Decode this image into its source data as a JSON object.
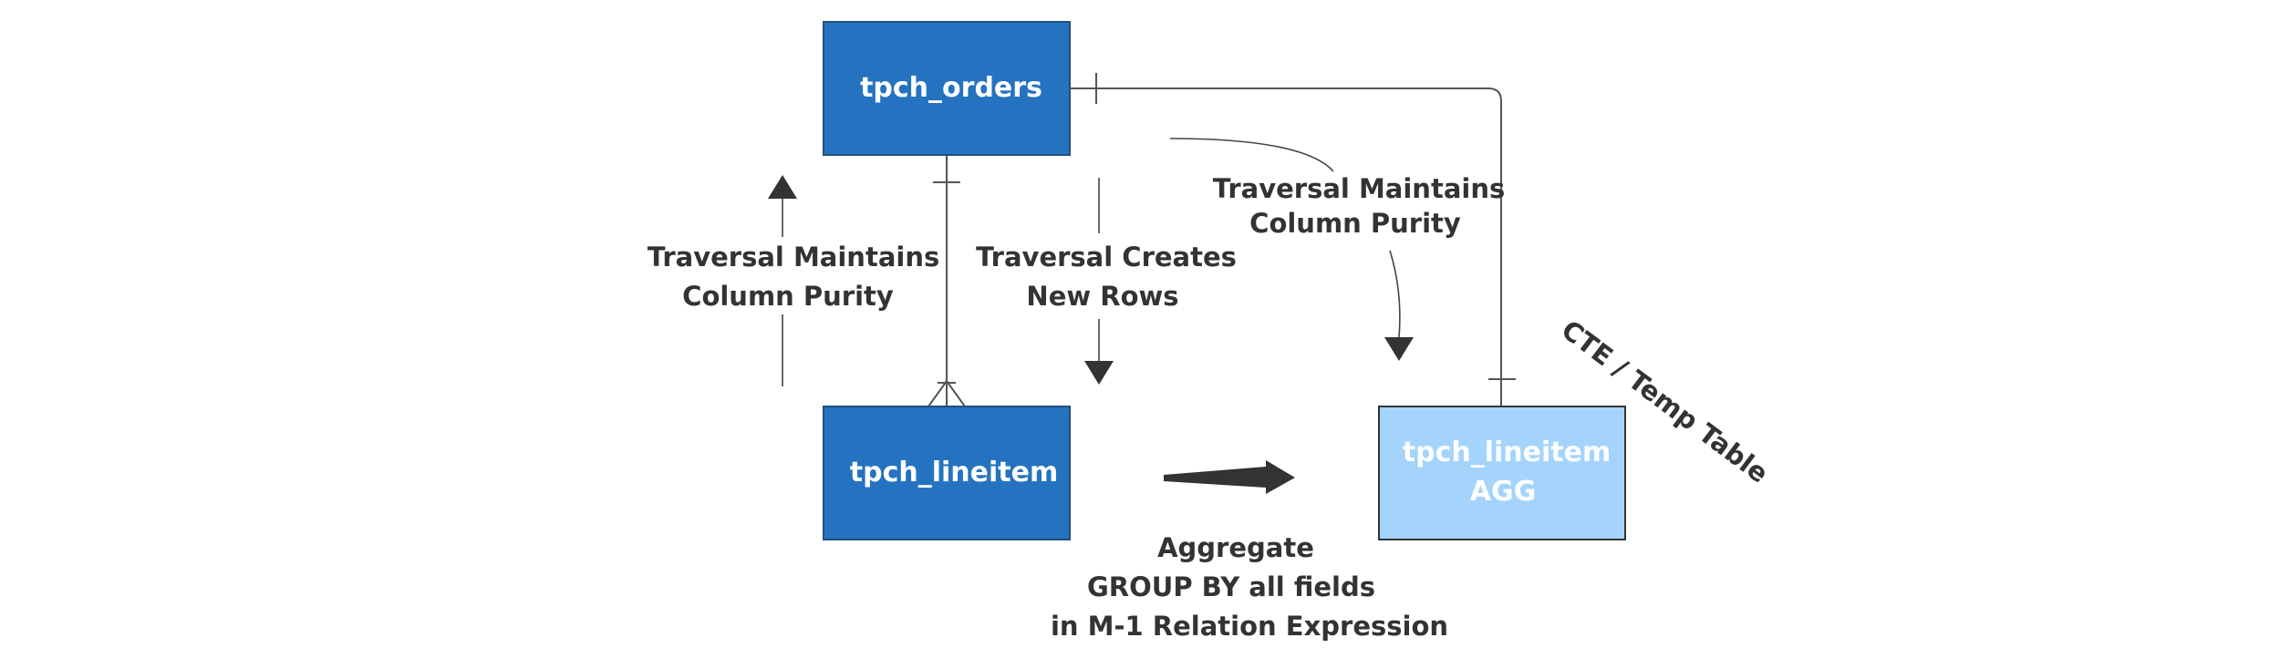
{
  "entities": {
    "orders": {
      "label": "tpch_orders",
      "fill": "#2573c0"
    },
    "lineitem": {
      "label": "tpch_lineitem",
      "fill": "#2573c0"
    },
    "agg": {
      "label_line1": "tpch_lineitem",
      "label_line2": "AGG",
      "fill": "#a4d4fc"
    }
  },
  "annotations": {
    "left_up": {
      "line1": "Traversal Maintains",
      "line2": "Column Purity"
    },
    "center_down": {
      "line1": "Traversal Creates",
      "line2": "New Rows"
    },
    "right_curve": {
      "line1": "Traversal Maintains",
      "line2": "Column Purity"
    },
    "aggregate": {
      "line1": "Aggregate",
      "line2": "GROUP BY all fields",
      "line3": "in M-1 Relation Expression"
    },
    "cte": {
      "text": "CTE / Temp Table"
    }
  },
  "colors": {
    "text": "#333333",
    "connector": "#555555",
    "box_border": "#1f4f80"
  }
}
